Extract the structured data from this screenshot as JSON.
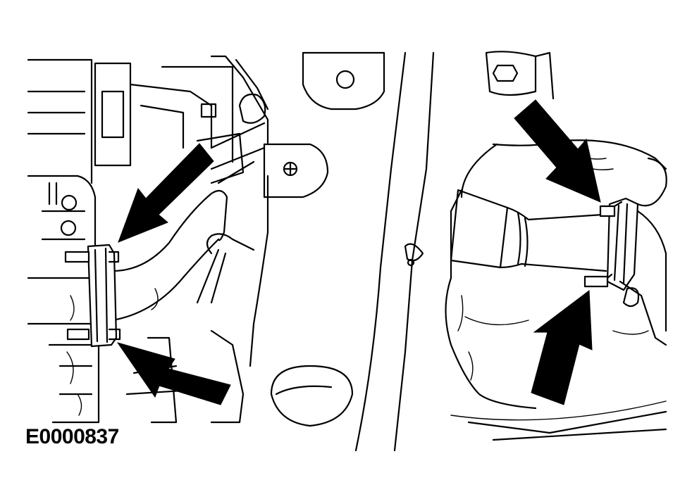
{
  "figure": {
    "id_label": "E0000837",
    "background": "#ffffff",
    "line_color": "#000000",
    "callout_arrows": 4,
    "panels": [
      "left-exhaust-flange-view",
      "right-exhaust-flange-view"
    ]
  }
}
